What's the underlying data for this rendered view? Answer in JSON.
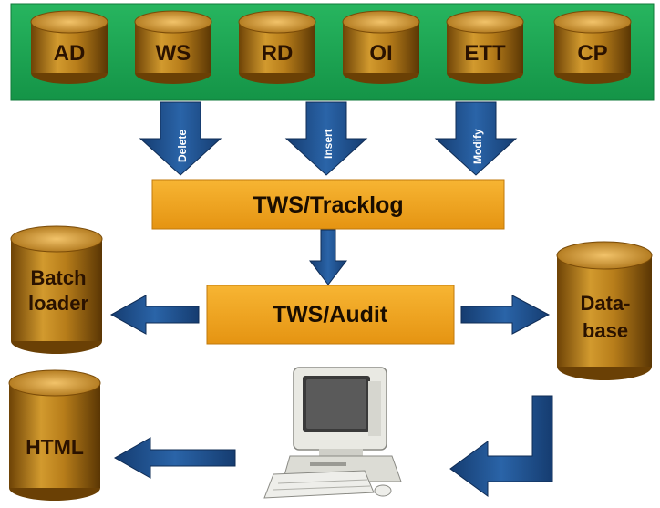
{
  "sources": [
    "AD",
    "WS",
    "RD",
    "OI",
    "ETT",
    "CP"
  ],
  "operations": {
    "delete": "Delete",
    "insert": "Insert",
    "modify": "Modify"
  },
  "boxes": {
    "tracklog": "TWS/Tracklog",
    "audit": "TWS/Audit"
  },
  "outputs": {
    "batch_line1": "Batch",
    "batch_line2": "loader",
    "database_line1": "Data-",
    "database_line2": "base",
    "html": "HTML"
  },
  "colors": {
    "panel_green": "#1aa652",
    "cylinder_gold": "#b77d1a",
    "box_orange": "#f0a020",
    "arrow_blue": "#1f4f8f"
  },
  "icons": {
    "computer": "computer-icon"
  }
}
